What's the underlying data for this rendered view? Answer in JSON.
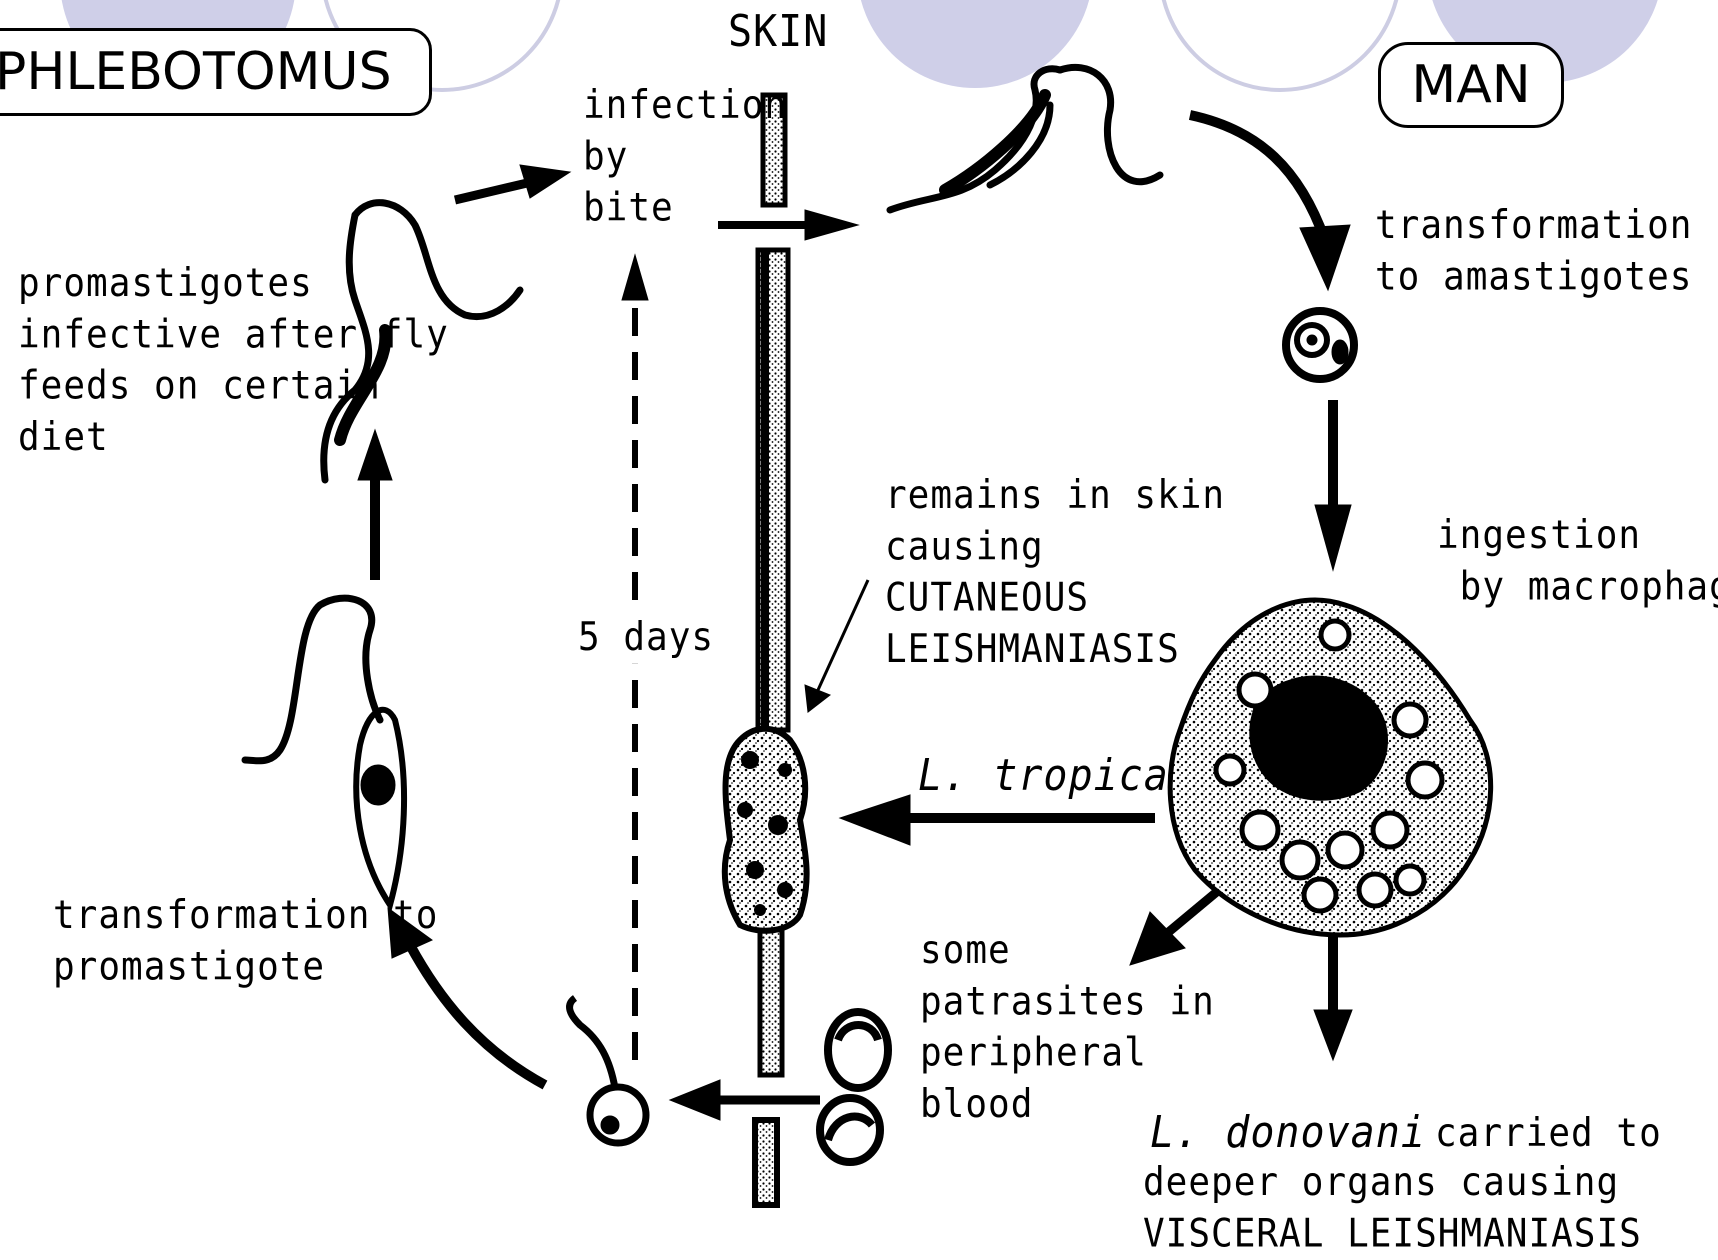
{
  "colors": {
    "ink": "#000000",
    "paper": "#ffffff",
    "disc": "#cfcfe8",
    "ring": "#cdcde3"
  },
  "labels": {
    "phlebotomus": "PHLEBOTOMUS",
    "skin": "SKIN",
    "man": "MAN",
    "infection": "infection\nby\nbite",
    "transformation_amastigotes": "transformation\nto amastigotes",
    "promastigotes_infective": "promastigotes\ninfective after fly\nfeeds on certain\ndiet",
    "remains_in_skin": "remains in skin\ncausing\nCUTANEOUS\nLEISHMANIASIS",
    "ingestion": "ingestion\n by macrophage",
    "five_days": "5 days",
    "l_tropica": "L. tropica",
    "transformation_promastigote": "transformation to\npromastigote",
    "some_parasites": "some\npatrasites in\nperipheral\nblood",
    "l_donovani": "L. donovani",
    "carried_to": "carried to",
    "deeper_organs": "deeper organs causing\nVISCERAL LEISHMANIASIS"
  }
}
